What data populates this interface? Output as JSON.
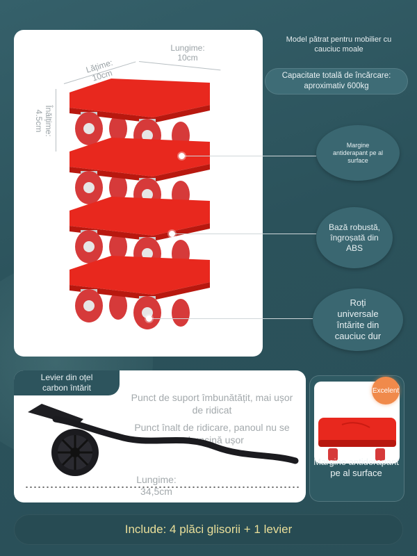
{
  "dimensions": {
    "width_label": "Lățime:\n10cm",
    "length_label": "Lungime:\n10cm",
    "height_label": "Înălțime:\n4.5cm"
  },
  "header": {
    "model_text": "Model pătrat pentru mobilier cu cauciuc moale"
  },
  "capacity": {
    "text": "Capacitate totală de încărcare: aproximativ 600kg"
  },
  "features": [
    {
      "text": "Margine antiderapant pe al surface"
    },
    {
      "text": "Bază robustă, îngroșată din ABS"
    },
    {
      "text": "Roți universale întărite din cauciuc dur"
    }
  ],
  "lever": {
    "tab_label": "Levier din oțel carbon întărit",
    "point1": "Punct de suport îmbunătățit, mai ușor de ridicat",
    "point2": "Punct înalt de ridicare, panoul nu se zdruncină ușor",
    "length_label": "Lungime:\n34,5cm"
  },
  "detail_card": {
    "badge": "Excelent",
    "caption": "Margine antiderapant pe al surface"
  },
  "footer": {
    "text": "Include: 4 plăci glisorii + 1 levier"
  },
  "colors": {
    "background": "#2f5660",
    "product_red": "#e8281e",
    "wheel_red": "#d63a3a",
    "accent_text": "#eadf9a"
  }
}
